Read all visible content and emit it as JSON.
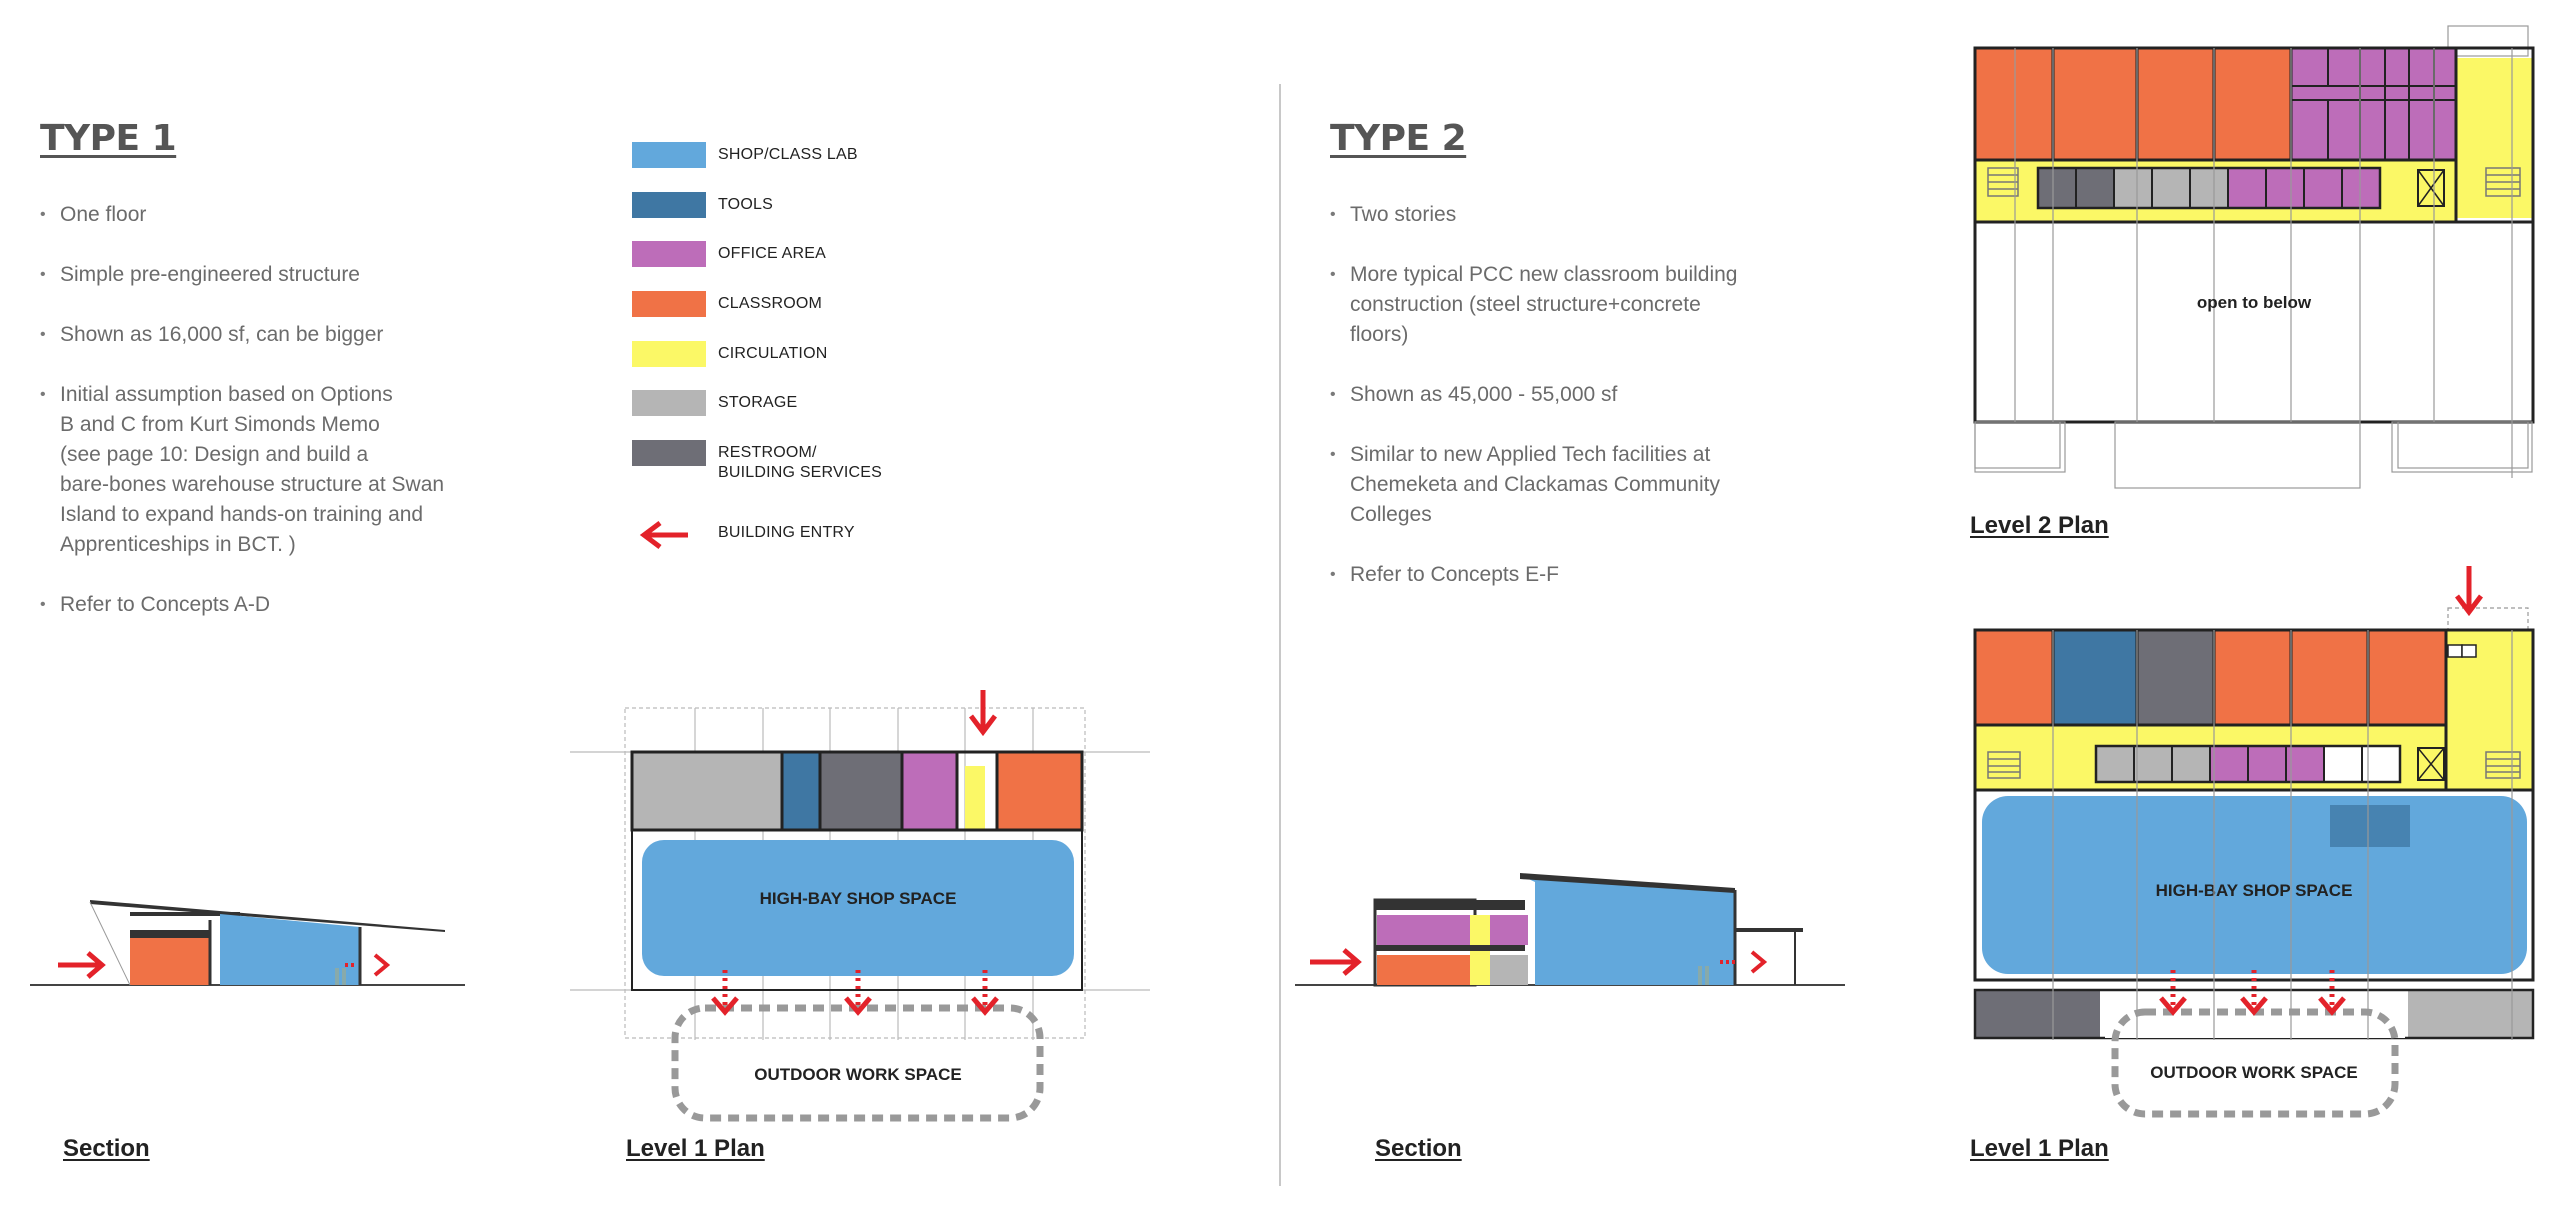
{
  "type1": {
    "title": "TYPE 1",
    "bullets": [
      "One floor",
      "Simple pre-engineered structure",
      "Shown as 16,000 sf, can be bigger",
      "Initial assumption based on Options\nB and C from Kurt Simonds Memo\n(see page 10: Design and build a\nbare-bones warehouse structure at Swan\nIsland to expand hands-on training and\nApprenticeships in BCT. )",
      "Refer to Concepts A-D"
    ],
    "section_label": "Section",
    "plan_label": "Level 1 Plan",
    "high_bay_label": "HIGH-BAY SHOP SPACE",
    "outdoor_label": "OUTDOOR WORK SPACE"
  },
  "type2": {
    "title": "TYPE 2",
    "bullets": [
      "Two stories",
      "More typical PCC new classroom building\nconstruction (steel structure+concrete\nfloors)",
      "Shown as 45,000 - 55,000 sf",
      "Similar to new Applied Tech facilities at\nChemeketa and Clackamas Community\nColleges",
      "Refer to Concepts E-F"
    ],
    "section_label": "Section",
    "level2_label": "Level 2 Plan",
    "level1_label": "Level 1 Plan",
    "open_below_label": "open to below",
    "high_bay_label": "HIGH-BAY SHOP SPACE",
    "outdoor_label": "OUTDOOR WORK SPACE"
  },
  "legend": [
    {
      "label": "SHOP/CLASS LAB",
      "color": "#62a8dc"
    },
    {
      "label": "TOOLS",
      "color": "#3f77a3"
    },
    {
      "label": "OFFICE AREA",
      "color": "#bd6db9"
    },
    {
      "label": "CLASSROOM",
      "color": "#f07246"
    },
    {
      "label": "CIRCULATION",
      "color": "#fbf866"
    },
    {
      "label": "STORAGE",
      "color": "#b5b5b5"
    },
    {
      "label": "RESTROOM/\nBUILDING SERVICES",
      "color": "#6e6e76"
    }
  ],
  "legend_entry": {
    "label": "BUILDING ENTRY",
    "color": "#e3222a"
  },
  "colors": {
    "shop": "#62a8dc",
    "tools": "#3f77a3",
    "office": "#bd6db9",
    "classroom": "#f07246",
    "circulation": "#fbf866",
    "storage": "#b5b5b5",
    "restroom": "#6e6e76",
    "entry": "#e3222a"
  }
}
